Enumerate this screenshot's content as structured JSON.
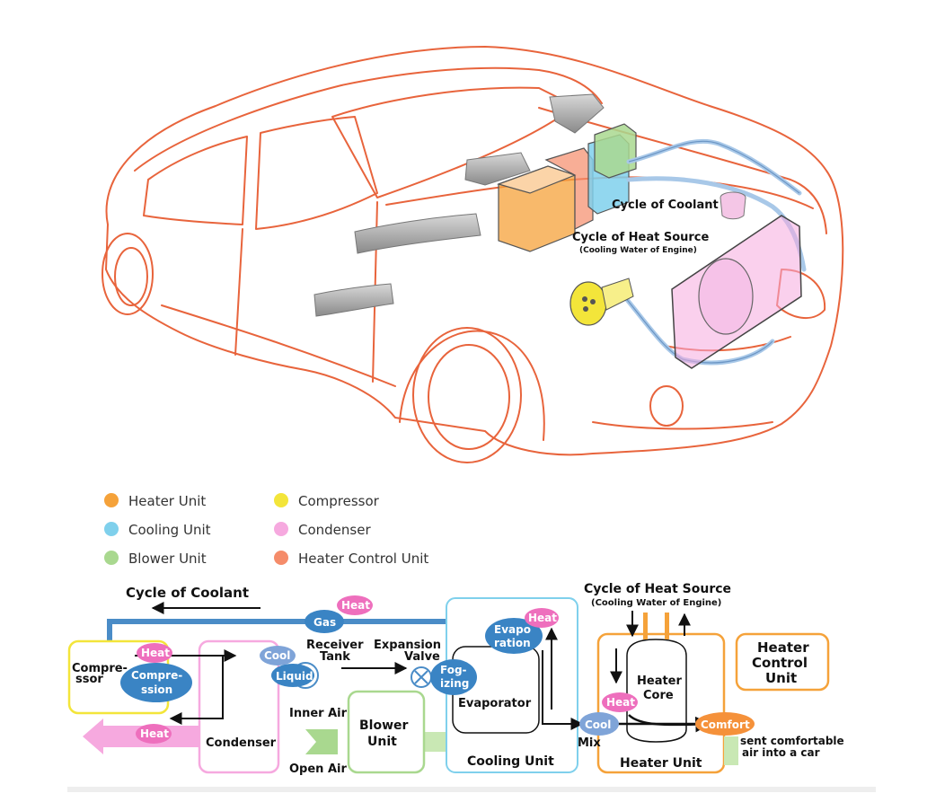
{
  "colors": {
    "car_outline": "#e8643c",
    "heater": "#f5a23a",
    "cooling": "#7fd0ec",
    "blower": "#a9d88f",
    "compressor": "#f3e53a",
    "condenser": "#f6a9df",
    "heater_control": "#f58c6a",
    "pipe_blue": "#4a8cc7",
    "bubble_blue": "#3a84c4",
    "bubble_pink": "#ee6fbd"
  },
  "car": {
    "labels": {
      "coolant": "Cycle of Coolant",
      "heat_source": "Cycle of Heat Source",
      "heat_source_sub": "(Cooling Water of Engine)"
    }
  },
  "legend": {
    "items": [
      {
        "label": "Heater Unit",
        "color": "#f5a23a"
      },
      {
        "label": "Cooling Unit",
        "color": "#7fd0ec"
      },
      {
        "label": "Blower Unit",
        "color": "#a9d88f"
      },
      {
        "label": "Compressor",
        "color": "#f3e53a"
      },
      {
        "label": "Condenser",
        "color": "#f6a9df"
      },
      {
        "label": "Heater Control Unit",
        "color": "#f58c6a"
      }
    ]
  },
  "diagram": {
    "cycle_coolant": "Cycle of Coolant",
    "cycle_heat_source": "Cycle of  Heat  Source",
    "cycle_heat_source_sub": "(Cooling Water of  Engine)",
    "compressor": [
      "Compre-",
      "ssor"
    ],
    "compression": [
      "Compre-",
      "ssion"
    ],
    "condenser": "Condenser",
    "receiver_tank": [
      "Receiver",
      "Tank"
    ],
    "expansion_valve": [
      "Expansion",
      "Valve"
    ],
    "inner_air": "Inner Air",
    "open_air": "Open Air",
    "blower_unit": [
      "Blower",
      "Unit"
    ],
    "evaporator": "Evaporator",
    "evaporation": [
      "Evapo",
      "ration"
    ],
    "fogging": [
      "Fog-",
      "izing"
    ],
    "cooling_unit": "Cooling Unit",
    "heater_core": [
      "Heater",
      "Core"
    ],
    "heater_unit": "Heater Unit",
    "heater_control_unit": [
      "Heater",
      "Control",
      "Unit"
    ],
    "mix": "Mix",
    "sent_air": [
      "sent comfortable",
      "air into a car"
    ],
    "bubbles": {
      "heat": "Heat",
      "gas": "Gas",
      "cool": "Cool",
      "liquid": "Liquid",
      "comfort": "Comfort"
    }
  }
}
